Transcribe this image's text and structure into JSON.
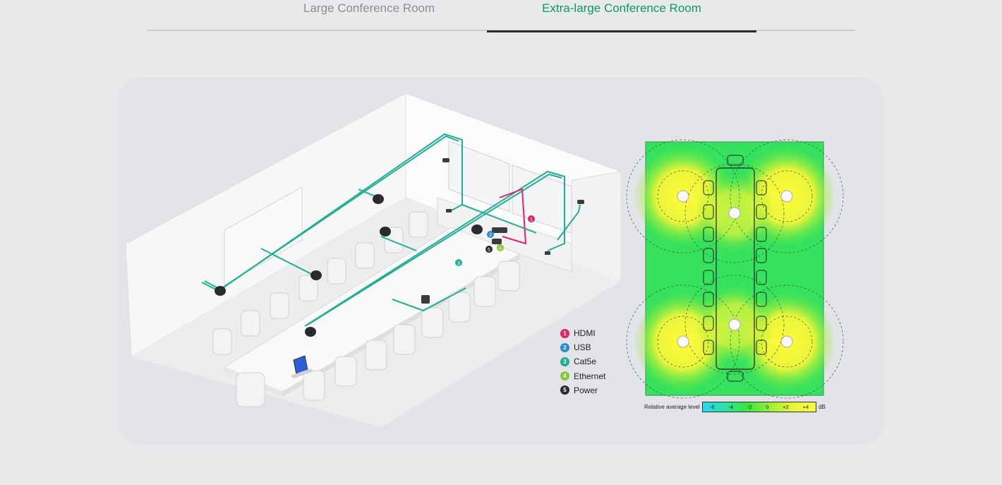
{
  "tabs": [
    {
      "label": "Large Conference Room",
      "active": false
    },
    {
      "label": "Extra-large Conference Room",
      "active": true
    }
  ],
  "legend": [
    {
      "num": "1",
      "label": "HDMI",
      "color": "#e0246e"
    },
    {
      "num": "2",
      "label": "USB",
      "color": "#2a8ccf"
    },
    {
      "num": "3",
      "label": "Cat5e",
      "color": "#1fb094"
    },
    {
      "num": "4",
      "label": "Ethernet",
      "color": "#8cc63e"
    },
    {
      "num": "5",
      "label": "Power",
      "color": "#2b2b2b"
    }
  ],
  "heatmap": {
    "scale_label": "Relative average level",
    "ticks": [
      "-6",
      "-4",
      "-2",
      "0",
      "+2",
      "+4"
    ],
    "unit": "dB"
  },
  "diagram_markers": [
    "1",
    "2",
    "3",
    "4",
    "5"
  ],
  "colors": {
    "active_tab": "#0e9a5a",
    "cable_cat5e": "#1fb094",
    "cable_hdmi": "#e0246e",
    "heatmap_bright": "#fffc3a",
    "heatmap_green": "#3ae53d"
  }
}
